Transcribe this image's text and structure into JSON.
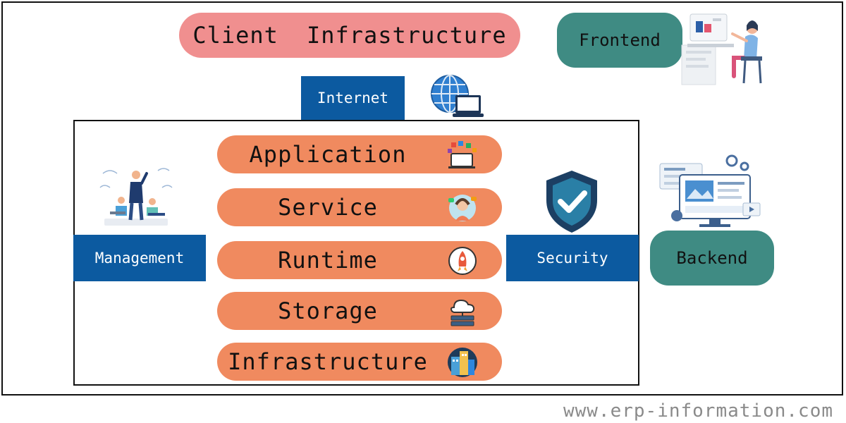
{
  "client": {
    "label_part1": "Client",
    "label_part2": "Infrastructure"
  },
  "frontend": {
    "label": "Frontend"
  },
  "backend": {
    "label": "Backend"
  },
  "internet": {
    "label": "Internet"
  },
  "management": {
    "label": "Management"
  },
  "security": {
    "label": "Security"
  },
  "layers": [
    {
      "label": "Application",
      "icon": "apps-device-icon"
    },
    {
      "label": "Service",
      "icon": "support-agent-icon"
    },
    {
      "label": "Runtime",
      "icon": "rocket-clock-icon"
    },
    {
      "label": "Storage",
      "icon": "cloud-storage-icon"
    },
    {
      "label": "Infrastructure",
      "icon": "buildings-icon"
    }
  ],
  "illustrations": {
    "internet": "globe-laptop-icon",
    "frontend": "person-at-desk-icon",
    "backend": "web-dashboard-icon",
    "management": "team-meeting-icon",
    "security": "shield-check-icon"
  },
  "colors": {
    "client_pill": "#f08f8f",
    "teal_pill": "#3f8b83",
    "blue_box": "#0c5aa0",
    "layer_pill": "#f08a5f",
    "footer_text": "#8a8a8a"
  },
  "footer": {
    "text": "www.erp-information.com"
  }
}
